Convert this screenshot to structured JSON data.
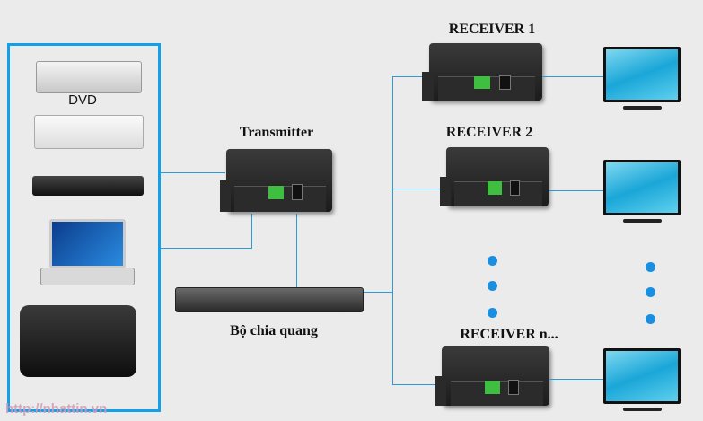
{
  "labels": {
    "dvd": "DVD",
    "transmitter": "Transmitter",
    "splitter": "Bộ chia quang",
    "receiver1": "RECEIVER 1",
    "receiver2": "RECEIVER 2",
    "receivern": "RECEIVER n..."
  },
  "watermark": "http://nhattin.vn",
  "colors": {
    "accent": "#12a0e8",
    "background": "#ebebeb"
  },
  "icons": [
    "dvd-player-icon",
    "media-box-icon",
    "dvr-icon",
    "laptop-icon",
    "camcorder-icon",
    "fiber-transmitter-icon",
    "optical-splitter-icon",
    "fiber-receiver-icon",
    "tv-monitor-icon"
  ]
}
